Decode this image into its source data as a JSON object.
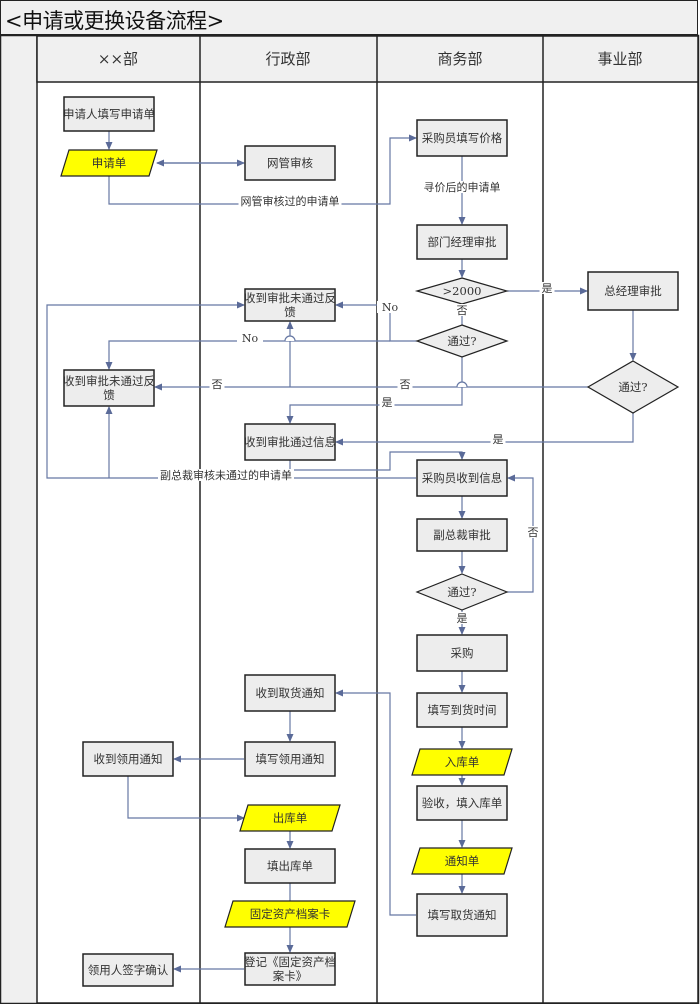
{
  "title": "<申请或更换设备流程>",
  "lanes": [
    {
      "id": "xx",
      "label": "××部"
    },
    {
      "id": "admin",
      "label": "行政部"
    },
    {
      "id": "business",
      "label": "商务部"
    },
    {
      "id": "enterprise",
      "label": "事业部"
    }
  ],
  "colors": {
    "process_fill": "#ededed",
    "document_fill": "#ffff00",
    "connector": "#6677a3",
    "border": "#222222"
  },
  "nodes": [
    {
      "id": "n_fill_form",
      "type": "process",
      "lane": "xx",
      "text": "申请人填写申请单"
    },
    {
      "id": "n_form_doc",
      "type": "document",
      "lane": "xx",
      "text": "申请单"
    },
    {
      "id": "n_it_review",
      "type": "process",
      "lane": "admin",
      "text": "网管审核"
    },
    {
      "id": "n_buyer_price",
      "type": "process",
      "lane": "business",
      "text": "采购员填写价格"
    },
    {
      "id": "n_mgr_approve",
      "type": "process",
      "lane": "business",
      "text": "部门经理审批"
    },
    {
      "id": "n_gt2000",
      "type": "decision",
      "lane": "business",
      "text": ">2000"
    },
    {
      "id": "n_gm_approve",
      "type": "process",
      "lane": "enterprise",
      "text": "总经理审批"
    },
    {
      "id": "n_admin_reject",
      "type": "process",
      "lane": "admin",
      "text": "收到审批未通过反馈"
    },
    {
      "id": "n_pass1",
      "type": "decision",
      "lane": "business",
      "text": "通过?"
    },
    {
      "id": "n_xx_reject",
      "type": "process",
      "lane": "xx",
      "text": "收到审批未通过反馈"
    },
    {
      "id": "n_pass_gm",
      "type": "decision",
      "lane": "enterprise",
      "text": "通过?"
    },
    {
      "id": "n_admin_pass",
      "type": "process",
      "lane": "admin",
      "text": "收到审批通过信息"
    },
    {
      "id": "n_buyer_info",
      "type": "process",
      "lane": "business",
      "text": "采购员收到信息"
    },
    {
      "id": "n_vp_approve",
      "type": "process",
      "lane": "business",
      "text": "副总裁审批"
    },
    {
      "id": "n_pass_vp",
      "type": "decision",
      "lane": "business",
      "text": "通过?"
    },
    {
      "id": "n_purchase",
      "type": "process",
      "lane": "business",
      "text": "采购"
    },
    {
      "id": "n_arrival",
      "type": "process",
      "lane": "business",
      "text": "填写到货时间"
    },
    {
      "id": "n_in_doc",
      "type": "document",
      "lane": "business",
      "text": "入库单"
    },
    {
      "id": "n_accept",
      "type": "process",
      "lane": "business",
      "text": "验收，填入库单"
    },
    {
      "id": "n_notice_doc",
      "type": "document",
      "lane": "business",
      "text": "通知单"
    },
    {
      "id": "n_pickup_notice",
      "type": "process",
      "lane": "business",
      "text": "填写取货通知"
    },
    {
      "id": "n_recv_pickup",
      "type": "process",
      "lane": "admin",
      "text": "收到取货通知"
    },
    {
      "id": "n_fill_use",
      "type": "process",
      "lane": "admin",
      "text": "填写领用通知"
    },
    {
      "id": "n_recv_use",
      "type": "process",
      "lane": "xx",
      "text": "收到领用通知"
    },
    {
      "id": "n_out_doc",
      "type": "document",
      "lane": "admin",
      "text": "出库单"
    },
    {
      "id": "n_fill_out",
      "type": "process",
      "lane": "admin",
      "text": "填出库单"
    },
    {
      "id": "n_asset_doc",
      "type": "document",
      "lane": "admin",
      "text": "固定资产档案卡"
    },
    {
      "id": "n_register",
      "type": "process",
      "lane": "admin",
      "text": "登记《固定资产档案卡》"
    },
    {
      "id": "n_sign",
      "type": "process",
      "lane": "xx",
      "text": "领用人签字确认"
    }
  ],
  "edge_labels": {
    "it_passed_form": "网管审核过的申请单",
    "priced_form": "寻价后的申请单",
    "yes": "是",
    "no": "否",
    "no_en": "No",
    "vp_rejected_form": "副总裁审核未通过的申请单"
  }
}
